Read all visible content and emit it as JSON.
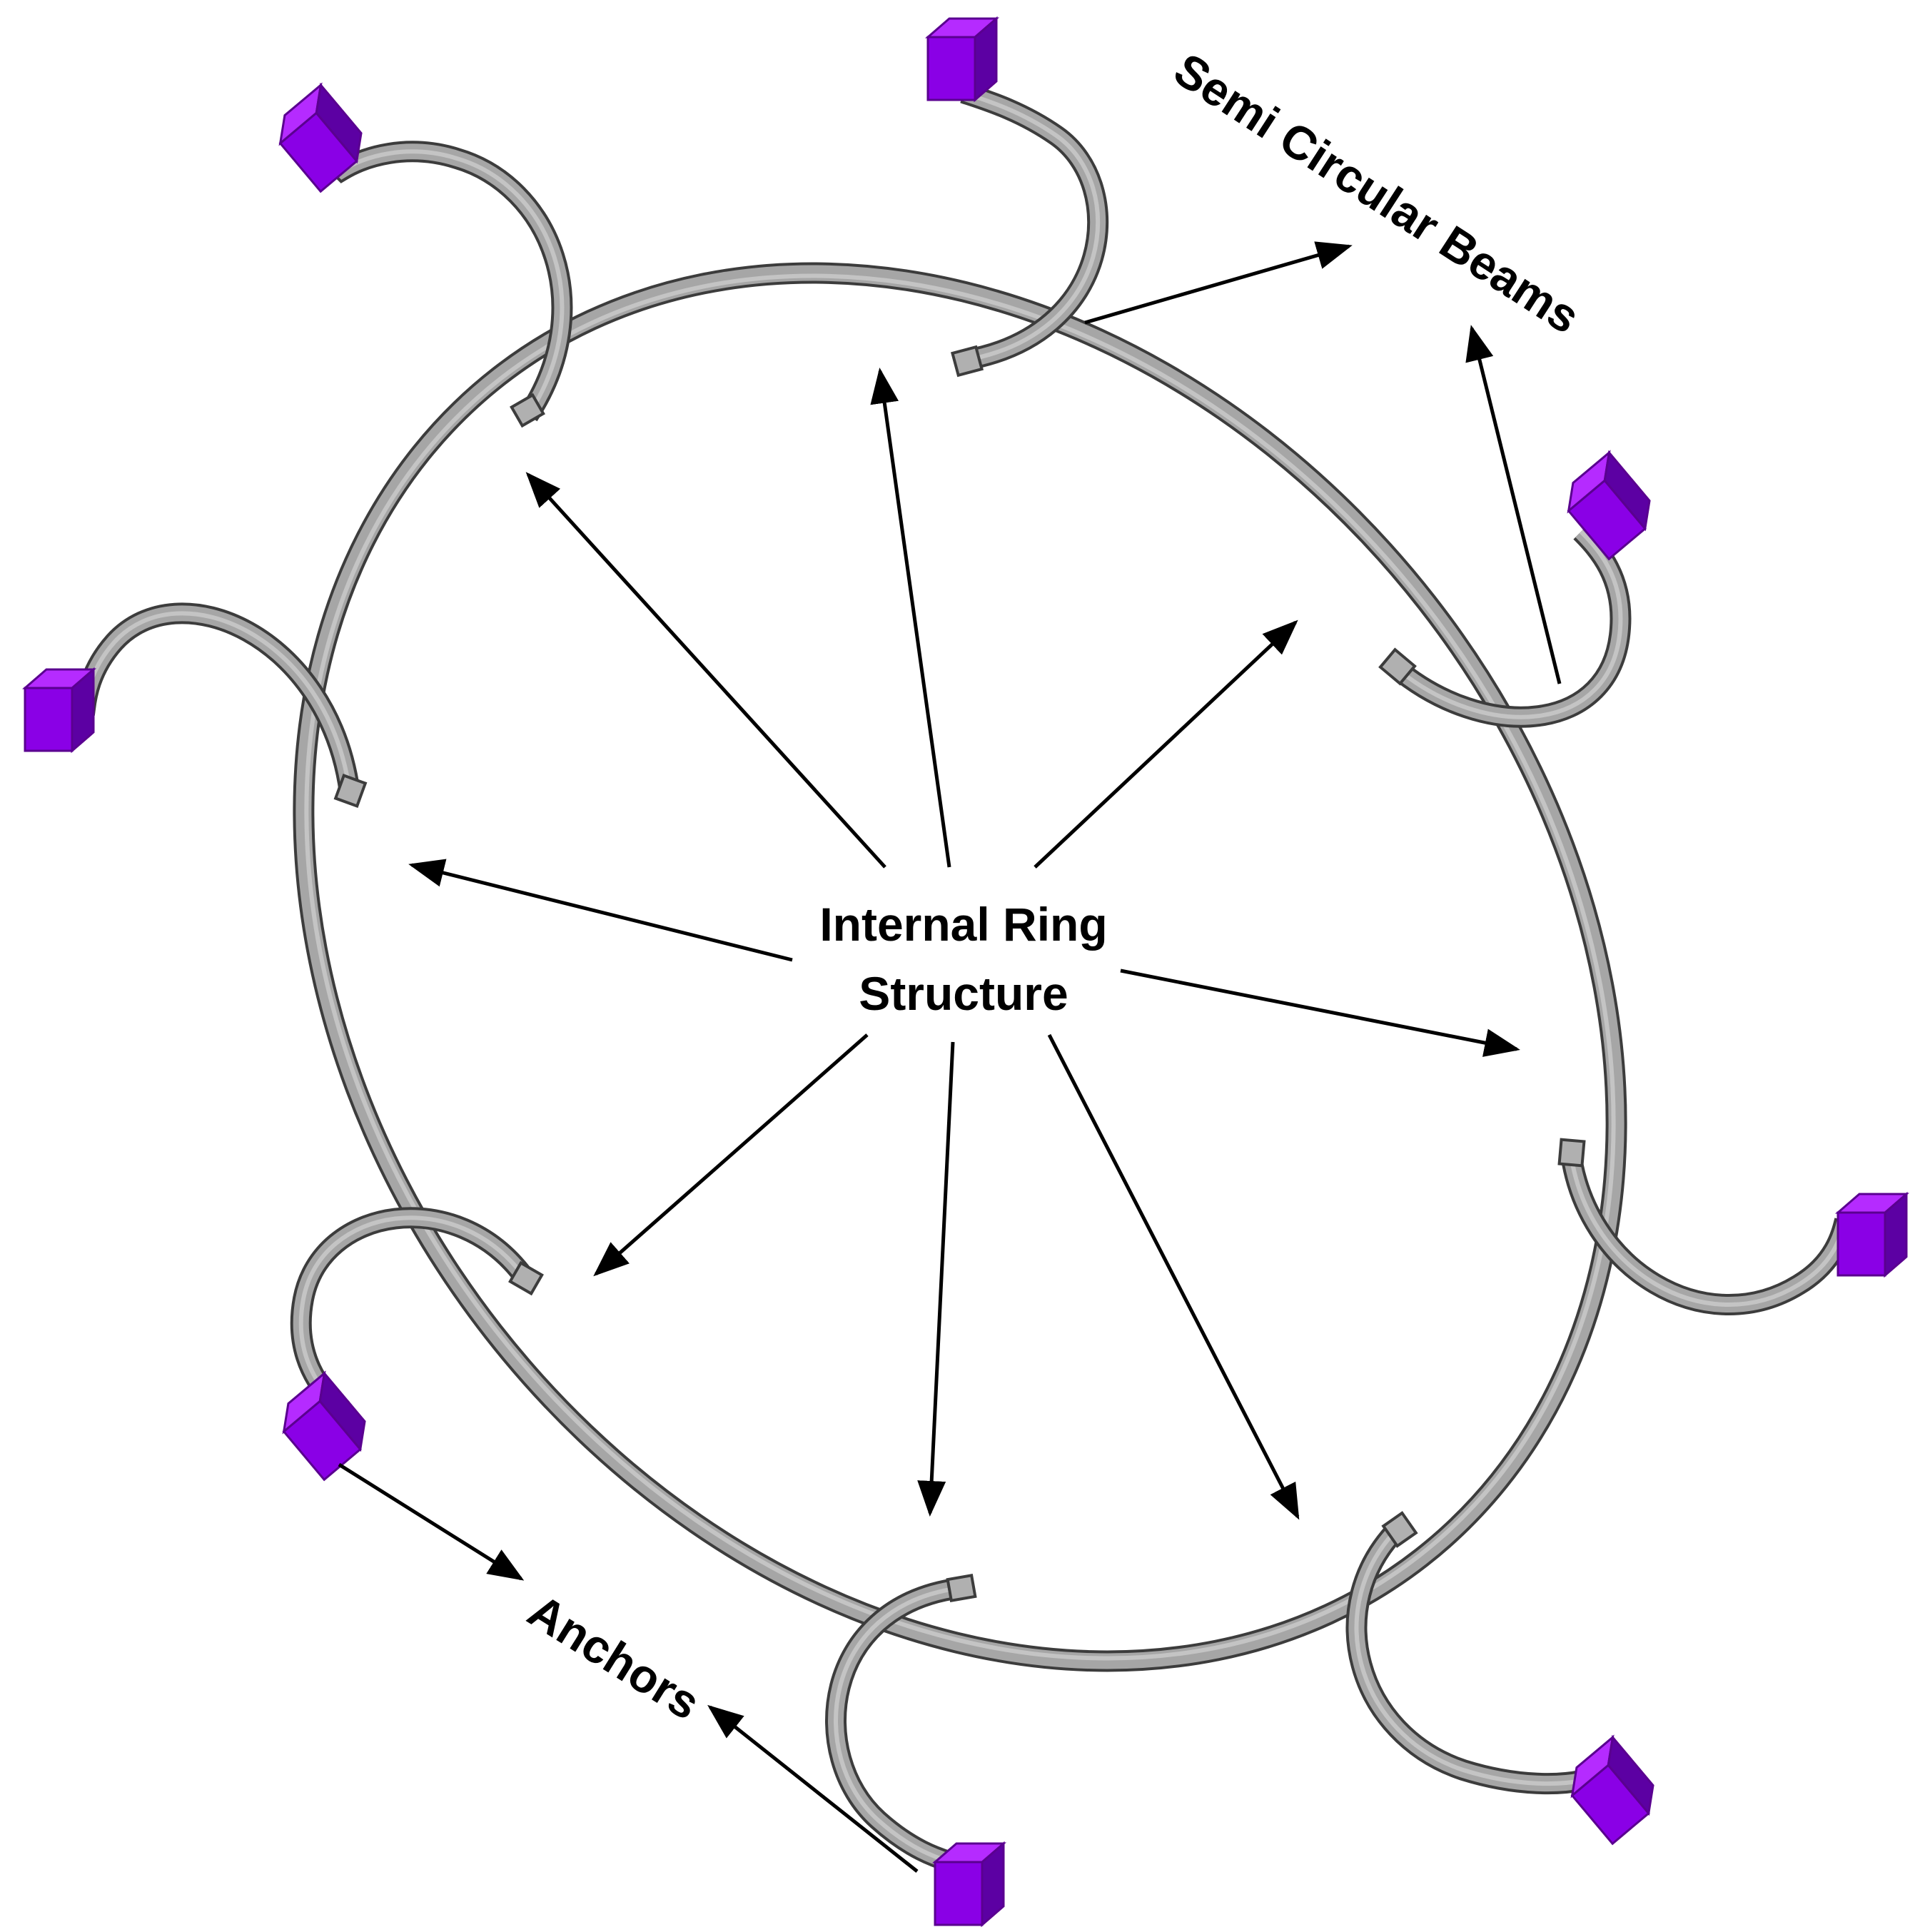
{
  "labels": {
    "internal_ring_line1": "Internal Ring",
    "internal_ring_line2": "Structure",
    "beams": "Semi Circular Beams",
    "anchors": "Anchors"
  },
  "colors": {
    "anchor_top": "#b52bff",
    "anchor_front": "#8a00e6",
    "anchor_side": "#5c00a3",
    "ring_fill": "#a6a6a6",
    "ring_edge": "#3c3c3c",
    "arrow": "#000000"
  }
}
